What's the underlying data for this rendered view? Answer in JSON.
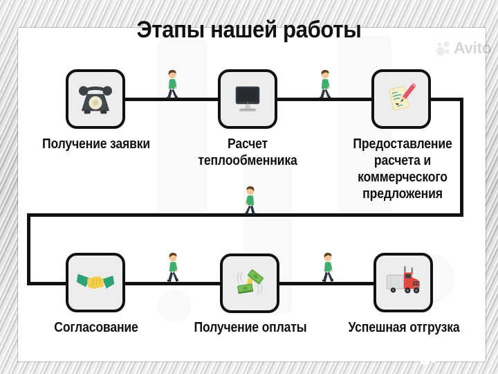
{
  "title": "Этапы нашей работы",
  "watermark": {
    "brand": "Avito"
  },
  "steps": [
    {
      "id": 1,
      "label": "Получение заявки",
      "icon": "rotary-phone-icon"
    },
    {
      "id": 2,
      "label": "Расчет\nтеплообменника",
      "icon": "computer-icon"
    },
    {
      "id": 3,
      "label": "Предоставление\nрасчета и\nкоммерческого\nпредложения",
      "icon": "calculation-document-icon"
    },
    {
      "id": 4,
      "label": "Согласование",
      "icon": "handshake-icon"
    },
    {
      "id": 5,
      "label": "Получение оплаты",
      "icon": "money-icon"
    },
    {
      "id": 6,
      "label": "Успешная отгрузка",
      "icon": "truck-icon"
    }
  ],
  "colors": {
    "line": "#111111",
    "box_fill": "#ededed",
    "person_shirt_green": "#3fae6e",
    "truck_red": "#e14b3d",
    "money_green": "#5da343",
    "handshake_yellow": "#f4cf4f",
    "handshake_sleeve_green": "#2ba377"
  }
}
